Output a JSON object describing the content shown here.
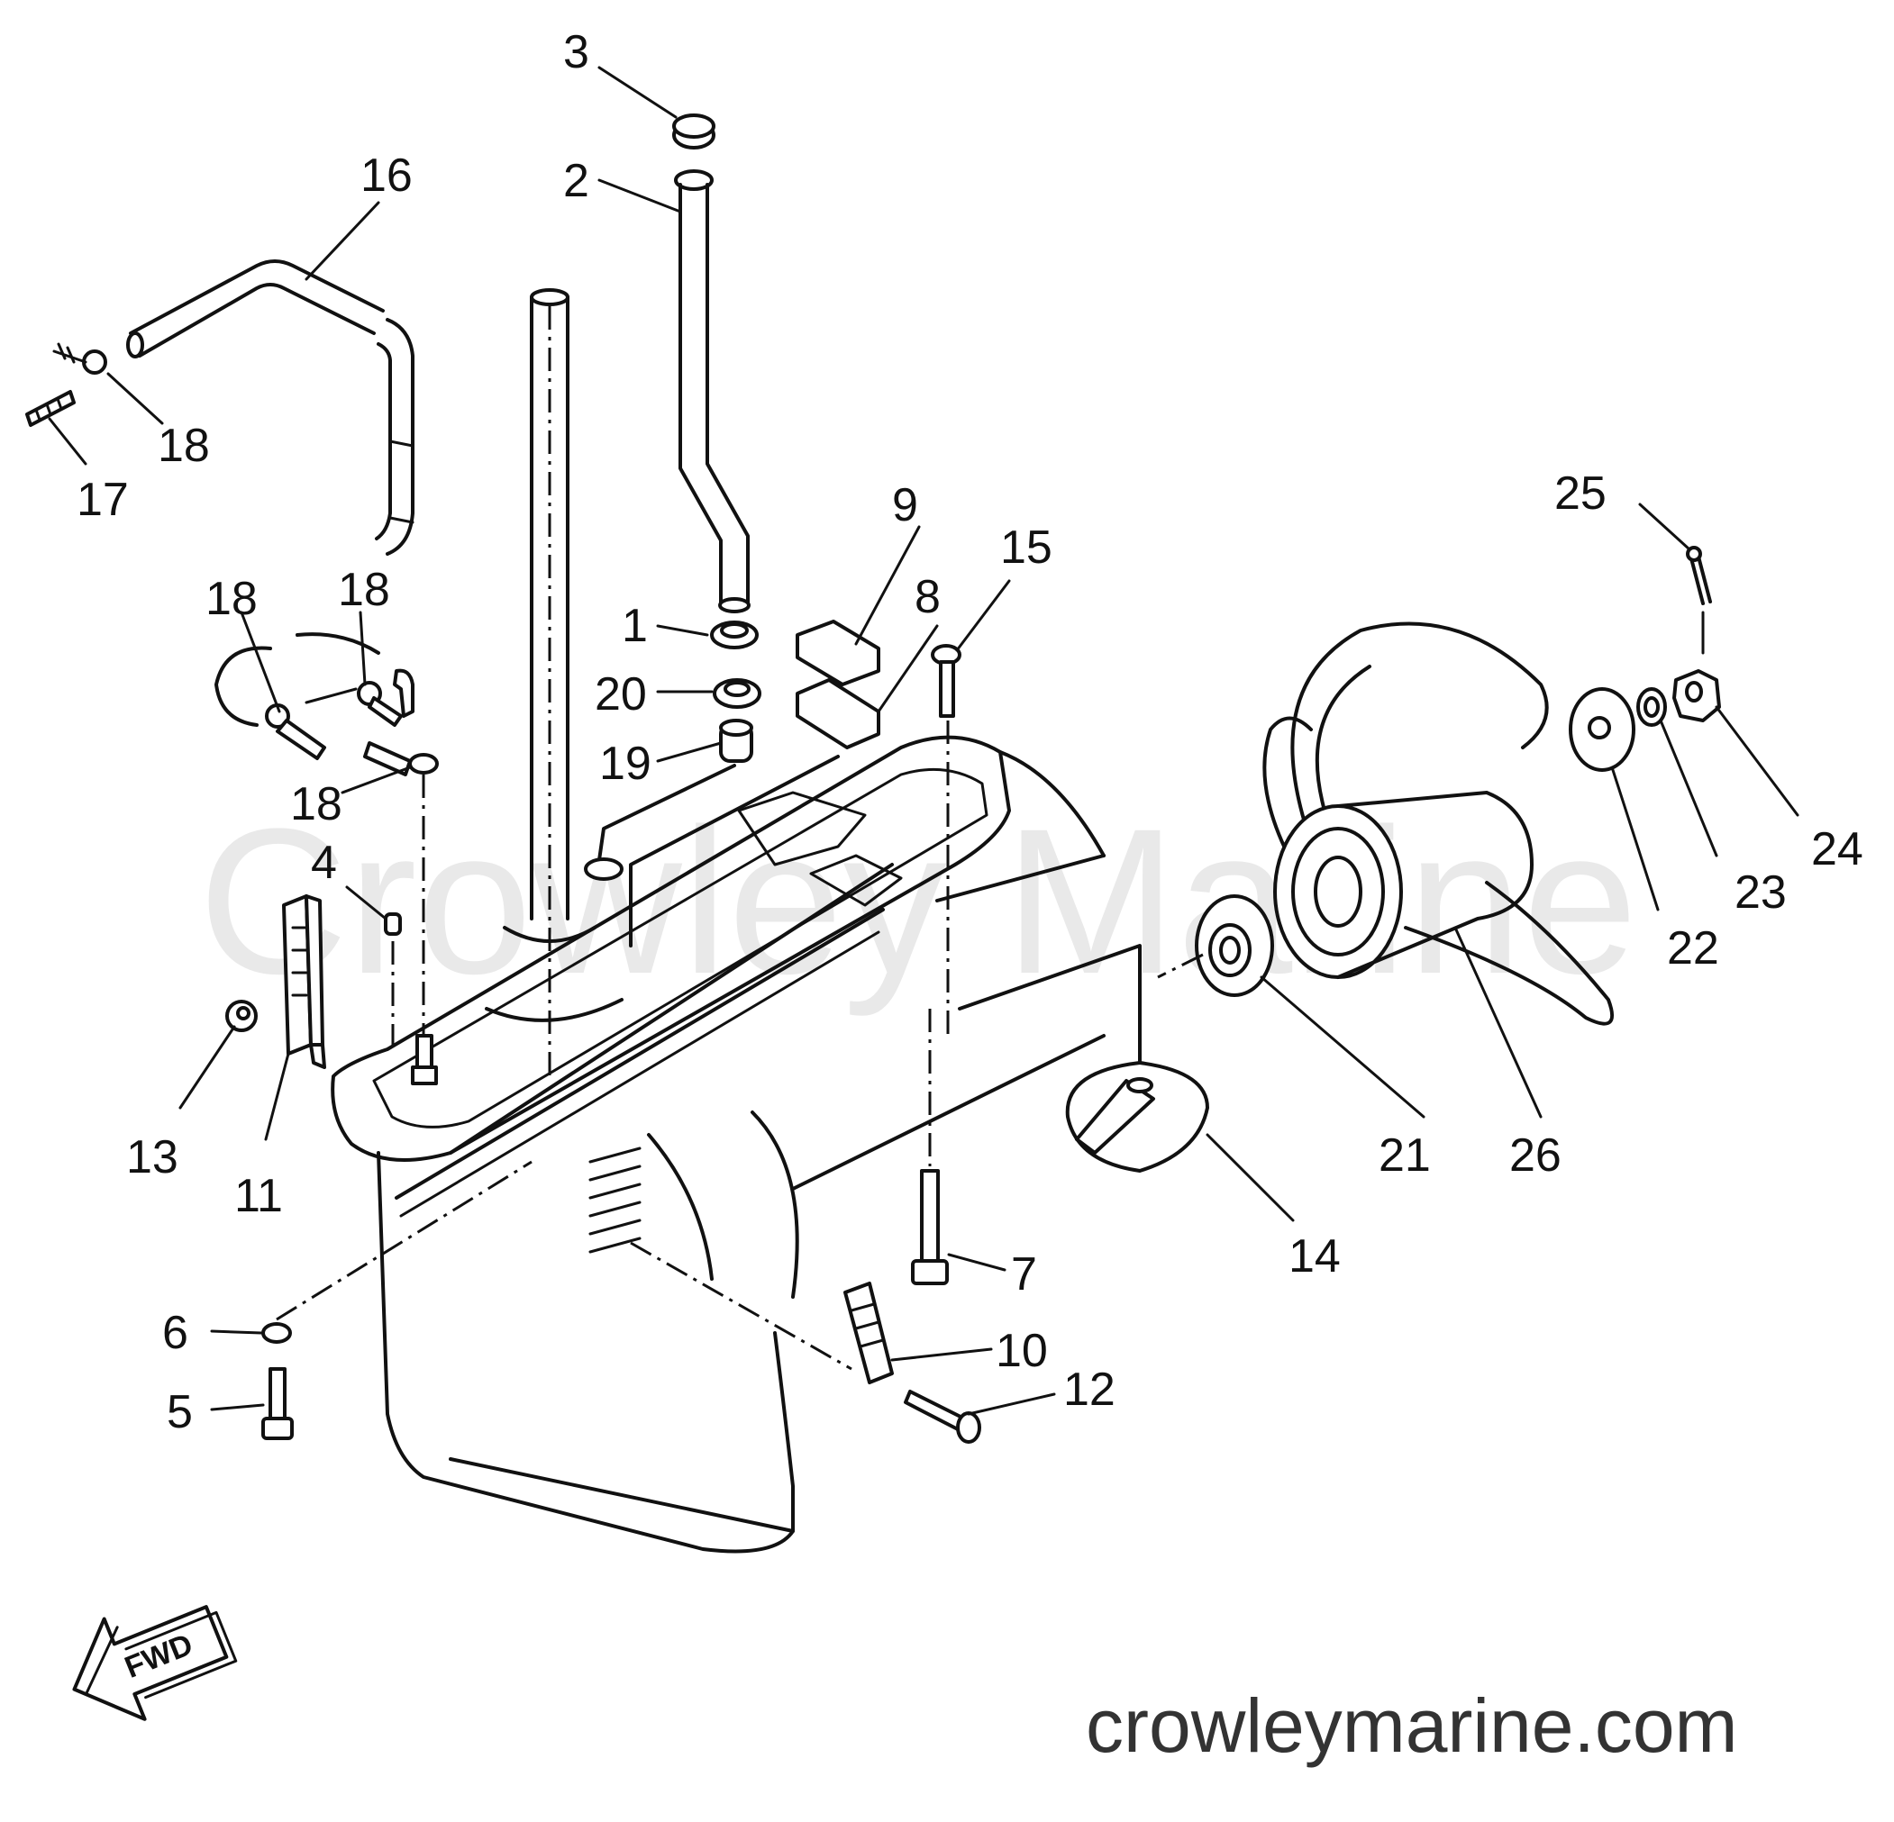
{
  "watermark": "Crowley Marine",
  "footer_url": "crowleymarine.com",
  "direction_badge": "FWD",
  "callouts": [
    {
      "id": "c3",
      "label": "3"
    },
    {
      "id": "c2",
      "label": "2"
    },
    {
      "id": "c16",
      "label": "16"
    },
    {
      "id": "c18a",
      "label": "18"
    },
    {
      "id": "c17",
      "label": "17"
    },
    {
      "id": "c18b",
      "label": "18"
    },
    {
      "id": "c18c",
      "label": "18"
    },
    {
      "id": "c18d",
      "label": "18"
    },
    {
      "id": "c1",
      "label": "1"
    },
    {
      "id": "c20",
      "label": "20"
    },
    {
      "id": "c19",
      "label": "19"
    },
    {
      "id": "c9",
      "label": "9"
    },
    {
      "id": "c8",
      "label": "8"
    },
    {
      "id": "c15",
      "label": "15"
    },
    {
      "id": "c25",
      "label": "25"
    },
    {
      "id": "c24",
      "label": "24"
    },
    {
      "id": "c23",
      "label": "23"
    },
    {
      "id": "c22",
      "label": "22"
    },
    {
      "id": "c4",
      "label": "4"
    },
    {
      "id": "c13",
      "label": "13"
    },
    {
      "id": "c11",
      "label": "11"
    },
    {
      "id": "c21",
      "label": "21"
    },
    {
      "id": "c26",
      "label": "26"
    },
    {
      "id": "c14",
      "label": "14"
    },
    {
      "id": "c7",
      "label": "7"
    },
    {
      "id": "c6",
      "label": "6"
    },
    {
      "id": "c10",
      "label": "10"
    },
    {
      "id": "c5",
      "label": "5"
    },
    {
      "id": "c12",
      "label": "12"
    }
  ]
}
